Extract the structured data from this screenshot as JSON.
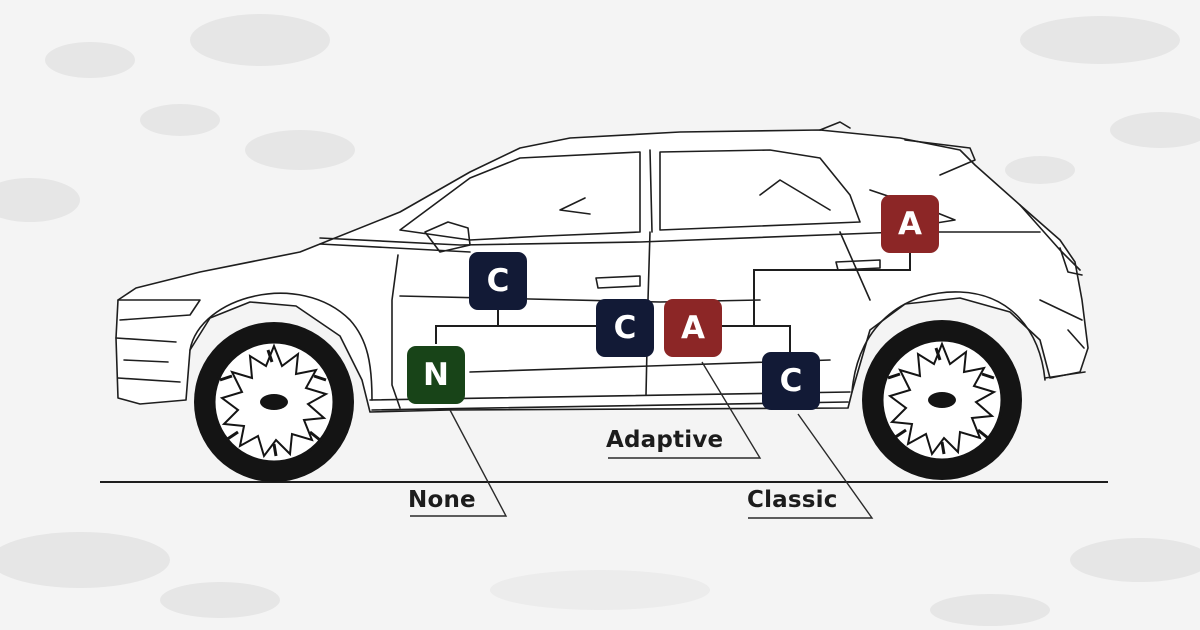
{
  "colors": {
    "classic": "#121a36",
    "adaptive": "#8c2626",
    "none": "#184418",
    "outline": "#1e1e1e",
    "ground": "#1e1e1e",
    "background": "#f4f4f4"
  },
  "icons": [
    "car-outline-icon",
    "wheel-icon"
  ],
  "nodes": [
    {
      "id": "c-top",
      "letter": "C",
      "kind": "classic"
    },
    {
      "id": "c-mid",
      "letter": "C",
      "kind": "classic"
    },
    {
      "id": "a-mid",
      "letter": "A",
      "kind": "adaptive"
    },
    {
      "id": "c-right",
      "letter": "C",
      "kind": "classic"
    },
    {
      "id": "a-rear",
      "letter": "A",
      "kind": "adaptive"
    },
    {
      "id": "n-left",
      "letter": "N",
      "kind": "none"
    }
  ],
  "labels": {
    "adaptive": "Adaptive",
    "none": "None",
    "classic": "Classic"
  }
}
